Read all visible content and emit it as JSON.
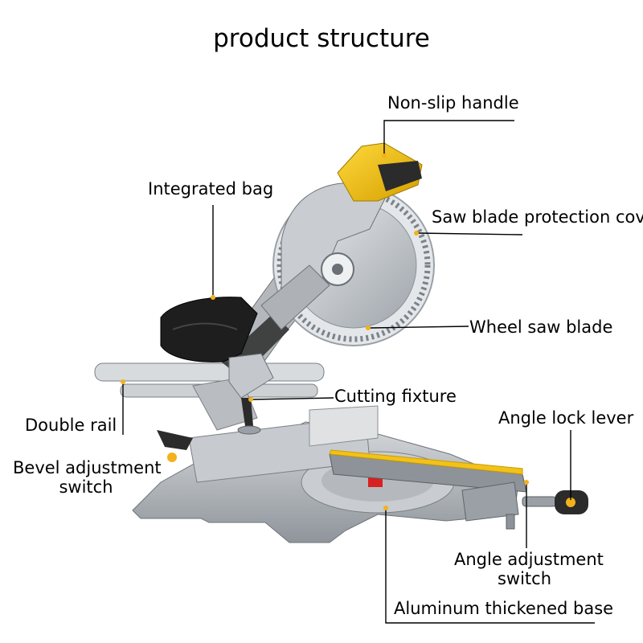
{
  "title": "product structure",
  "labels": {
    "non_slip_handle": "Non-slip handle",
    "integrated_bag": "Integrated bag",
    "saw_blade_protection_cover": "Saw blade protection cover",
    "wheel_saw_blade": "Wheel saw blade",
    "cutting_fixture": "Cutting fixture",
    "double_rail": "Double rail",
    "angle_lock_lever": "Angle lock lever",
    "bevel_adjustment_switch_line1": "Bevel adjustment",
    "bevel_adjustment_switch_line2": "switch",
    "angle_adjustment_switch_line1": "Angle adjustment",
    "angle_adjustment_switch_line2": "switch",
    "aluminum_thickened_base": "Aluminum thickened base"
  },
  "colors": {
    "accent": "#f2c21b",
    "body_gray": "#b9bcc0",
    "dark": "#2b2b2b",
    "leader": "#000000",
    "dot": "#f2b21b"
  }
}
